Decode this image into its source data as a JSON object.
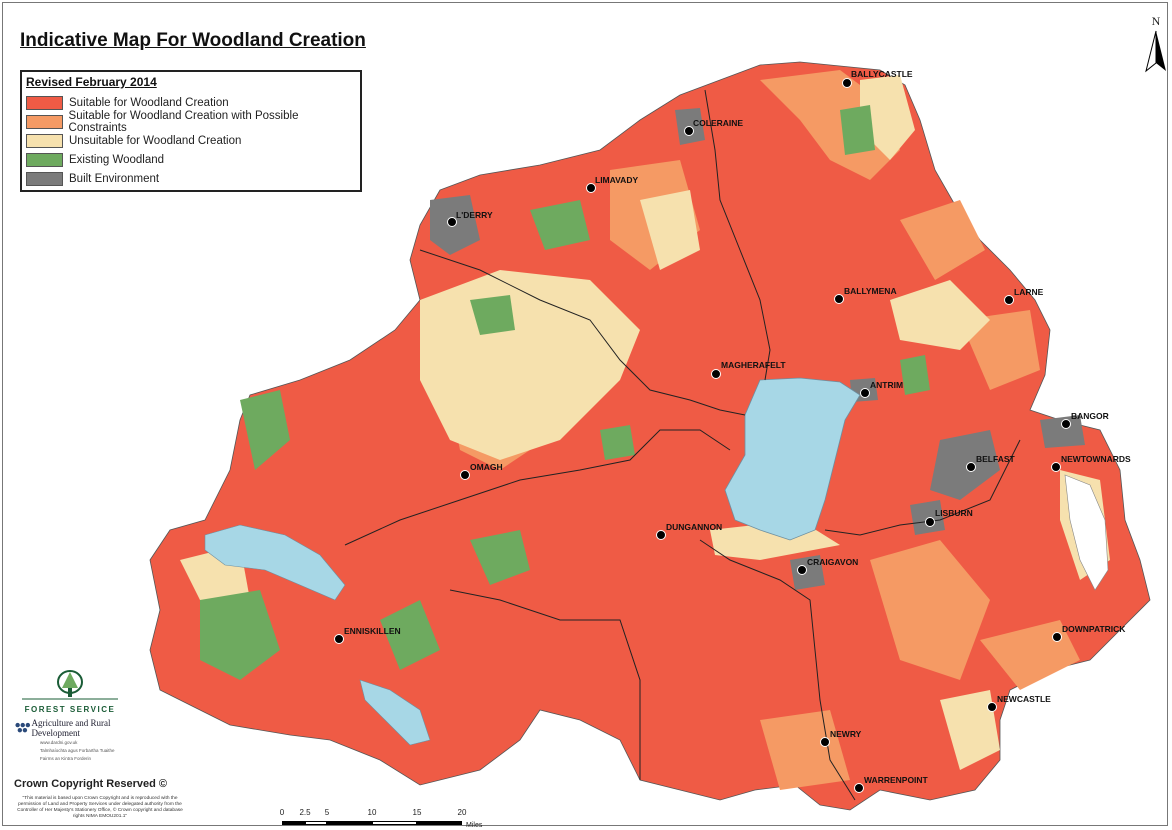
{
  "title": "Indicative Map For Woodland Creation",
  "legend": {
    "heading": "Revised February 2014",
    "items": [
      {
        "label": "Suitable for Woodland Creation",
        "color": "#ef5b45"
      },
      {
        "label": "Suitable for Woodland Creation with Possible Constraints",
        "color": "#f59a64"
      },
      {
        "label": "Unsuitable for Woodland Creation",
        "color": "#f6e1ae"
      },
      {
        "label": "Existing Woodland",
        "color": "#6eaa5f"
      },
      {
        "label": "Built Environment",
        "color": "#7b7b7b"
      }
    ]
  },
  "water_color": "#a7d7e6",
  "north_label": "N",
  "towns": [
    "BALLYCASTLE",
    "COLERAINE",
    "LIMAVADY",
    "L'DERRY",
    "BALLYMENA",
    "LARNE",
    "MAGHERAFELT",
    "ANTRIM",
    "BANGOR",
    "BELFAST",
    "NEWTOWNARDS",
    "OMAGH",
    "LISBURN",
    "DUNGANNON",
    "CRAIGAVON",
    "ENNISKILLEN",
    "DOWNPATRICK",
    "NEWCASTLE",
    "NEWRY",
    "WARRENPOINT"
  ],
  "logo": {
    "name": "FOREST SERVICE",
    "dept": "Agriculture and Rural Development",
    "sub": [
      "www.dardni.gov.uk",
      "Talmhaíochta agus Forbartha Tuaithe",
      "Fairms an Kintra Forderin"
    ]
  },
  "copyright": "Crown Copyright Reserved ©",
  "note": "\"This material is based upon Crown Copyright and is reproduced with the permission of Land and Property Services under delegated authority from the Controller of Her Majesty's Stationery Office, © Crown copyright and database rights NIMA EMOU201.1\"",
  "scale": {
    "ticks": [
      "0",
      "2.5",
      "5",
      "10",
      "15",
      "20"
    ],
    "unit": "Miles"
  }
}
